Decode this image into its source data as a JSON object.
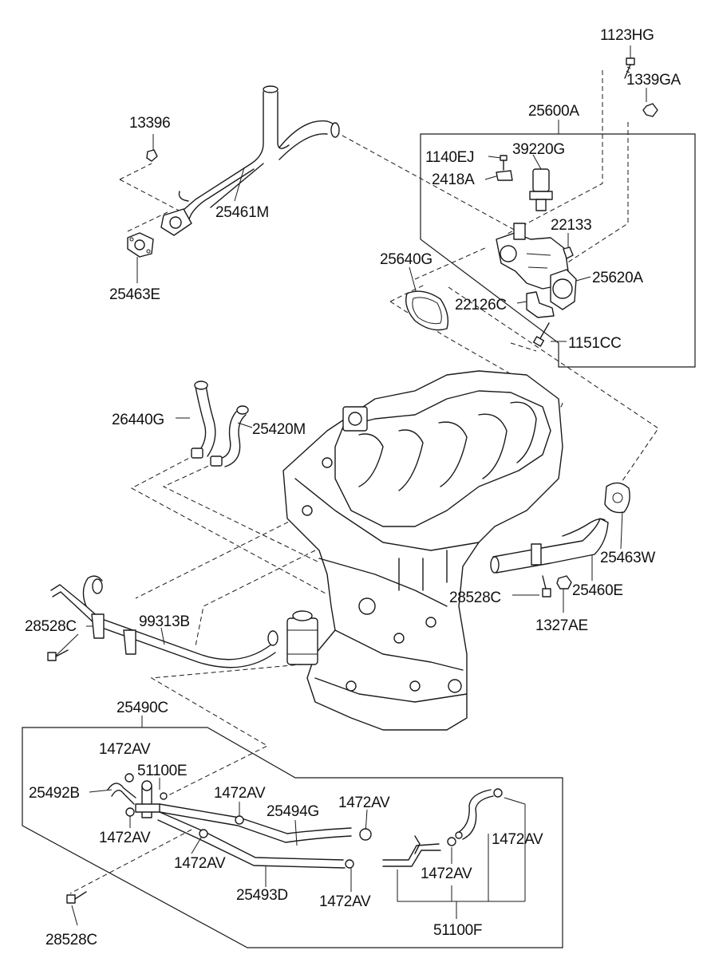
{
  "labels": {
    "l1123HG": "1123HG",
    "l1339GA": "1339GA",
    "l25600A": "25600A",
    "l13396": "13396",
    "l1140EJ": "1140EJ",
    "l39220G": "39220G",
    "l2418A": "2418A",
    "l25461M": "25461M",
    "l22133": "22133",
    "l25640G": "25640G",
    "l25620A": "25620A",
    "l25463E": "25463E",
    "l22126C": "22126C",
    "l1151CC": "1151CC",
    "l26440G": "26440G",
    "l25420M": "25420M",
    "l25463W": "25463W",
    "l25460E": "25460E",
    "l28528C_a": "28528C",
    "l1327AE": "1327AE",
    "l28528C_b": "28528C",
    "l99313B": "99313B",
    "l25490C": "25490C",
    "l1472AV_a": "1472AV",
    "l51100E": "51100E",
    "l25492B": "25492B",
    "l1472AV_b": "1472AV",
    "l25494G": "25494G",
    "l1472AV_c": "1472AV",
    "l1472AV_d": "1472AV",
    "l1472AV_e": "1472AV",
    "l1472AV_f": "1472AV",
    "l25493D": "25493D",
    "l1472AV_g": "1472AV",
    "l1472AV_h": "1472AV",
    "l51100F": "51100F",
    "l28528C_c": "28528C"
  }
}
